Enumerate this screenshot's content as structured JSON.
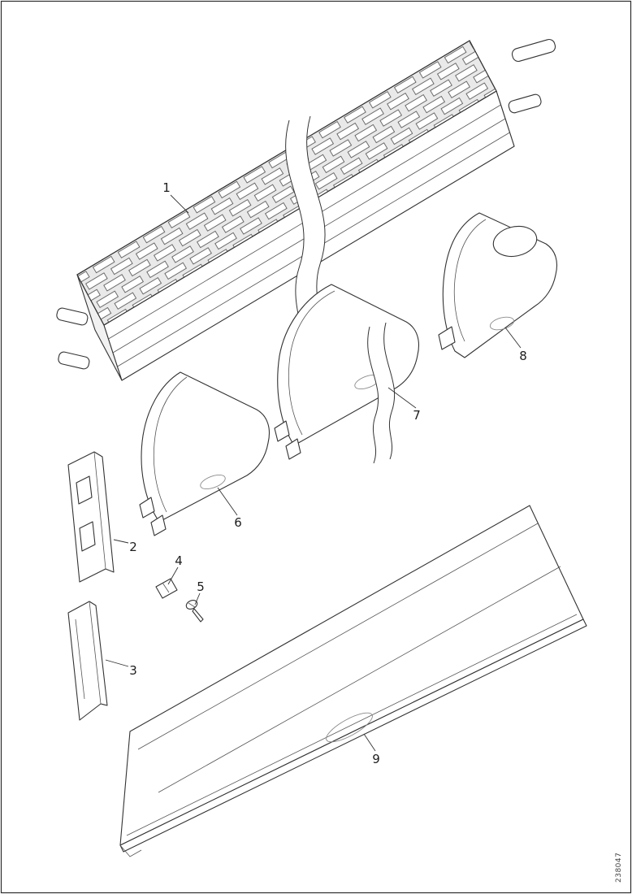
{
  "figure": {
    "code": "238047",
    "callouts": [
      {
        "number": "1",
        "part": "finned-heating-element"
      },
      {
        "number": "2",
        "part": "mounting-bracket-upper"
      },
      {
        "number": "3",
        "part": "mounting-bracket-lower"
      },
      {
        "number": "4",
        "part": "retaining-clip"
      },
      {
        "number": "5",
        "part": "screw"
      },
      {
        "number": "6",
        "part": "cover-clamp-left"
      },
      {
        "number": "7",
        "part": "cover-clamp-middle"
      },
      {
        "number": "8",
        "part": "end-cover-with-hole"
      },
      {
        "number": "9",
        "part": "front-cover-panel"
      }
    ]
  }
}
